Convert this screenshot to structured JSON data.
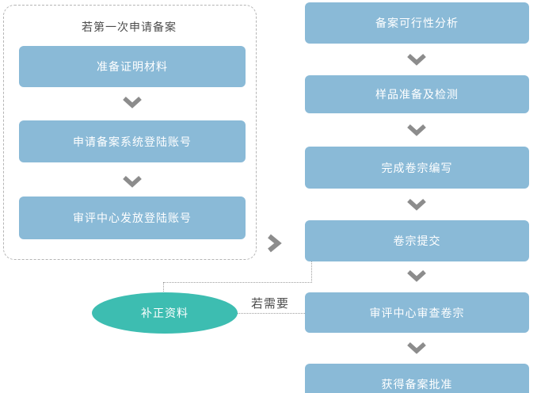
{
  "colors": {
    "box_fill": "#8ABAD7",
    "box_text": "#FFFFFF",
    "ellipse_fill": "#3DBDB1",
    "arrow": "#8C8C8C",
    "dashed_line": "#9E9E9E",
    "group_border": "#B5B5B5",
    "label_text": "#4D4D4D"
  },
  "diagram": {
    "left_group": {
      "title": "若第一次申请备案",
      "steps": [
        "准备证明材料",
        "申请备案系统登陆账号",
        "审评中心发放登陆账号"
      ]
    },
    "right_flow": {
      "steps": [
        "备案可行性分析",
        "样品准备及检测",
        "完成卷宗编写",
        "卷宗提交",
        "审评中心审查卷宗",
        "获得备案批准"
      ]
    },
    "supplement": {
      "label": "补正资料",
      "condition_label": "若需要"
    }
  }
}
